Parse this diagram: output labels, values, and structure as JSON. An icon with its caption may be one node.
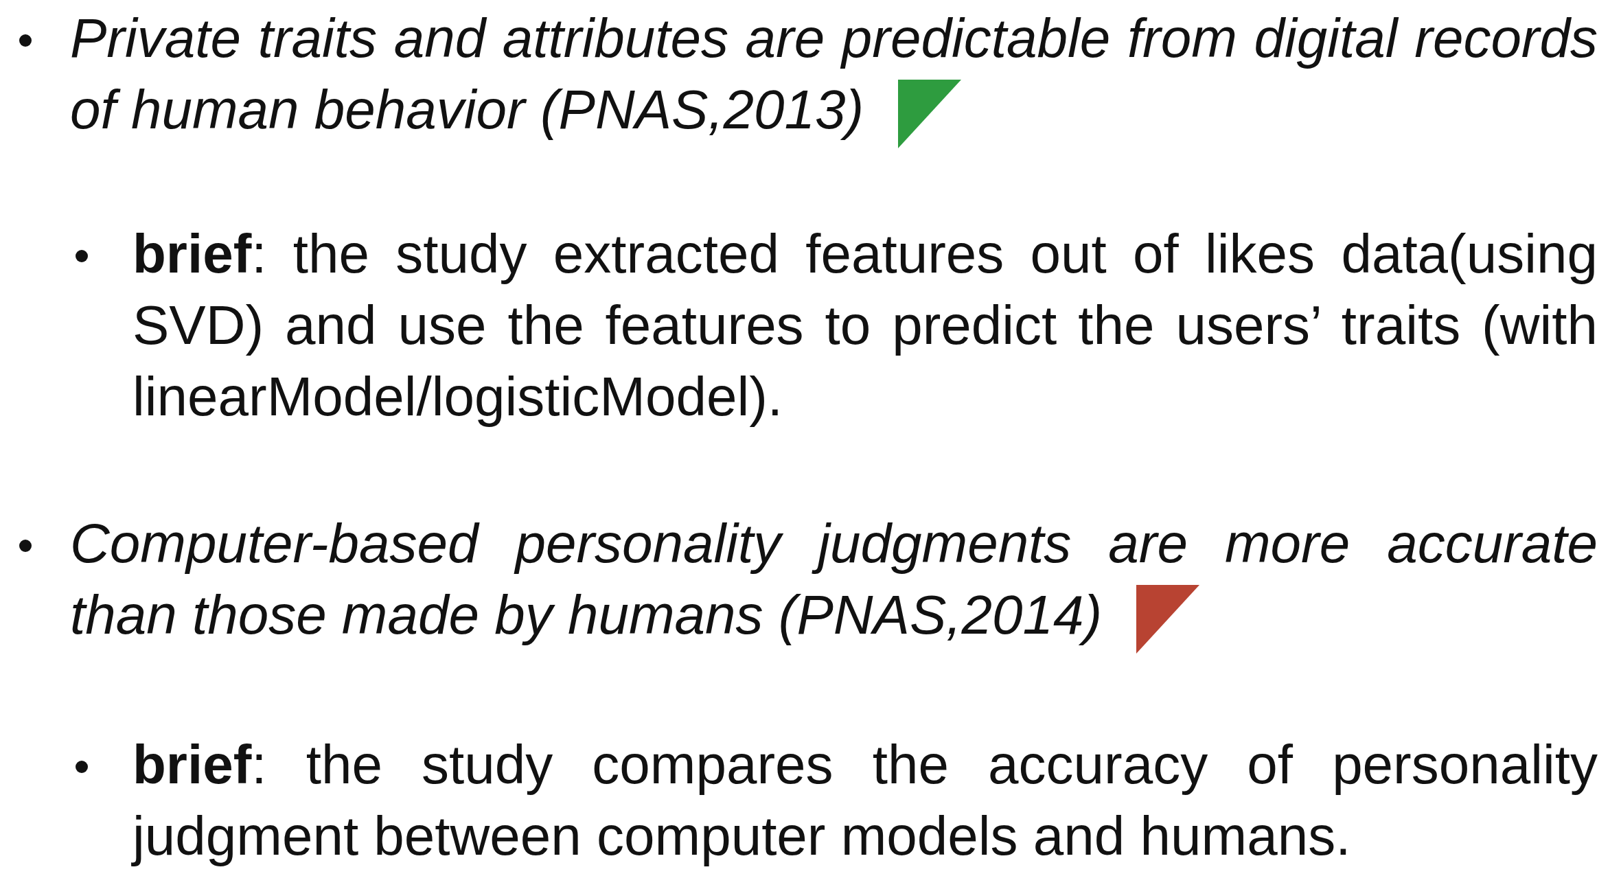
{
  "diagram": {
    "nodes": [
      {
        "text": [],
        "shape": "triangle"
      },
      {
        "text": [],
        "shape": "triangle"
      }
    ],
    "labels": [
      "Private traits and attributes are predictable from digital records of human behavior (PNAS,2013)",
      "**brief**: the study extracted features out of likes data(using SVD) and use the features to predict the users’ traits (with linearModel/logisticModel).",
      "Computer-based personality judgments are more accurate than those made by humans (PNAS,2014)",
      "**brief**: the study compares the accuracy of personality judgment between computer models and humans."
    ]
  }
}
